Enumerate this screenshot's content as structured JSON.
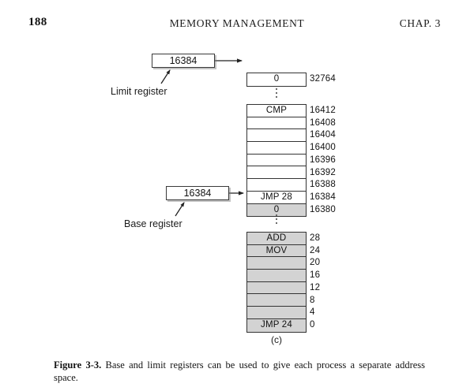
{
  "running_head": {
    "page_number": "188",
    "title": "MEMORY MANAGEMENT",
    "chapter": "CHAP. 3"
  },
  "figure": {
    "panel_letter": "(c)",
    "registers": [
      {
        "id": "limit",
        "value": "16384",
        "label": "Limit register"
      },
      {
        "id": "base",
        "value": "16384",
        "label": "Base register"
      }
    ],
    "memory_blocks": [
      {
        "id": "block-top",
        "cells": [
          {
            "text": "0",
            "address": "32764",
            "shaded": false
          }
        ]
      },
      {
        "id": "block-middle",
        "cells": [
          {
            "text": "CMP",
            "address": "16412",
            "shaded": false
          },
          {
            "text": "",
            "address": "16408",
            "shaded": false
          },
          {
            "text": "",
            "address": "16404",
            "shaded": false
          },
          {
            "text": "",
            "address": "16400",
            "shaded": false
          },
          {
            "text": "",
            "address": "16396",
            "shaded": false
          },
          {
            "text": "",
            "address": "16392",
            "shaded": false
          },
          {
            "text": "",
            "address": "16388",
            "shaded": false
          },
          {
            "text": "JMP 28",
            "address": "16384",
            "shaded": false
          },
          {
            "text": "0",
            "address": "16380",
            "shaded": true
          }
        ]
      },
      {
        "id": "block-bottom",
        "cells": [
          {
            "text": "ADD",
            "address": "28",
            "shaded": true
          },
          {
            "text": "MOV",
            "address": "24",
            "shaded": true
          },
          {
            "text": "",
            "address": "20",
            "shaded": true
          },
          {
            "text": "",
            "address": "16",
            "shaded": true
          },
          {
            "text": "",
            "address": "12",
            "shaded": true
          },
          {
            "text": "",
            "address": "8",
            "shaded": true
          },
          {
            "text": "",
            "address": "4",
            "shaded": true
          },
          {
            "text": "JMP  24",
            "address": "0",
            "shaded": true
          }
        ]
      }
    ],
    "ellipses": [
      {
        "id": "dots-1",
        "dots": 3
      },
      {
        "id": "dots-2",
        "dots": 3
      }
    ]
  },
  "caption": {
    "label": "Figure 3-3.",
    "text": " Base and limit registers can be used to give each process a separate address space."
  },
  "colors": {
    "shaded_cell": "#d3d3d3",
    "cell_border": "#333333",
    "page_background": "#ffffff",
    "text": "#111111"
  }
}
